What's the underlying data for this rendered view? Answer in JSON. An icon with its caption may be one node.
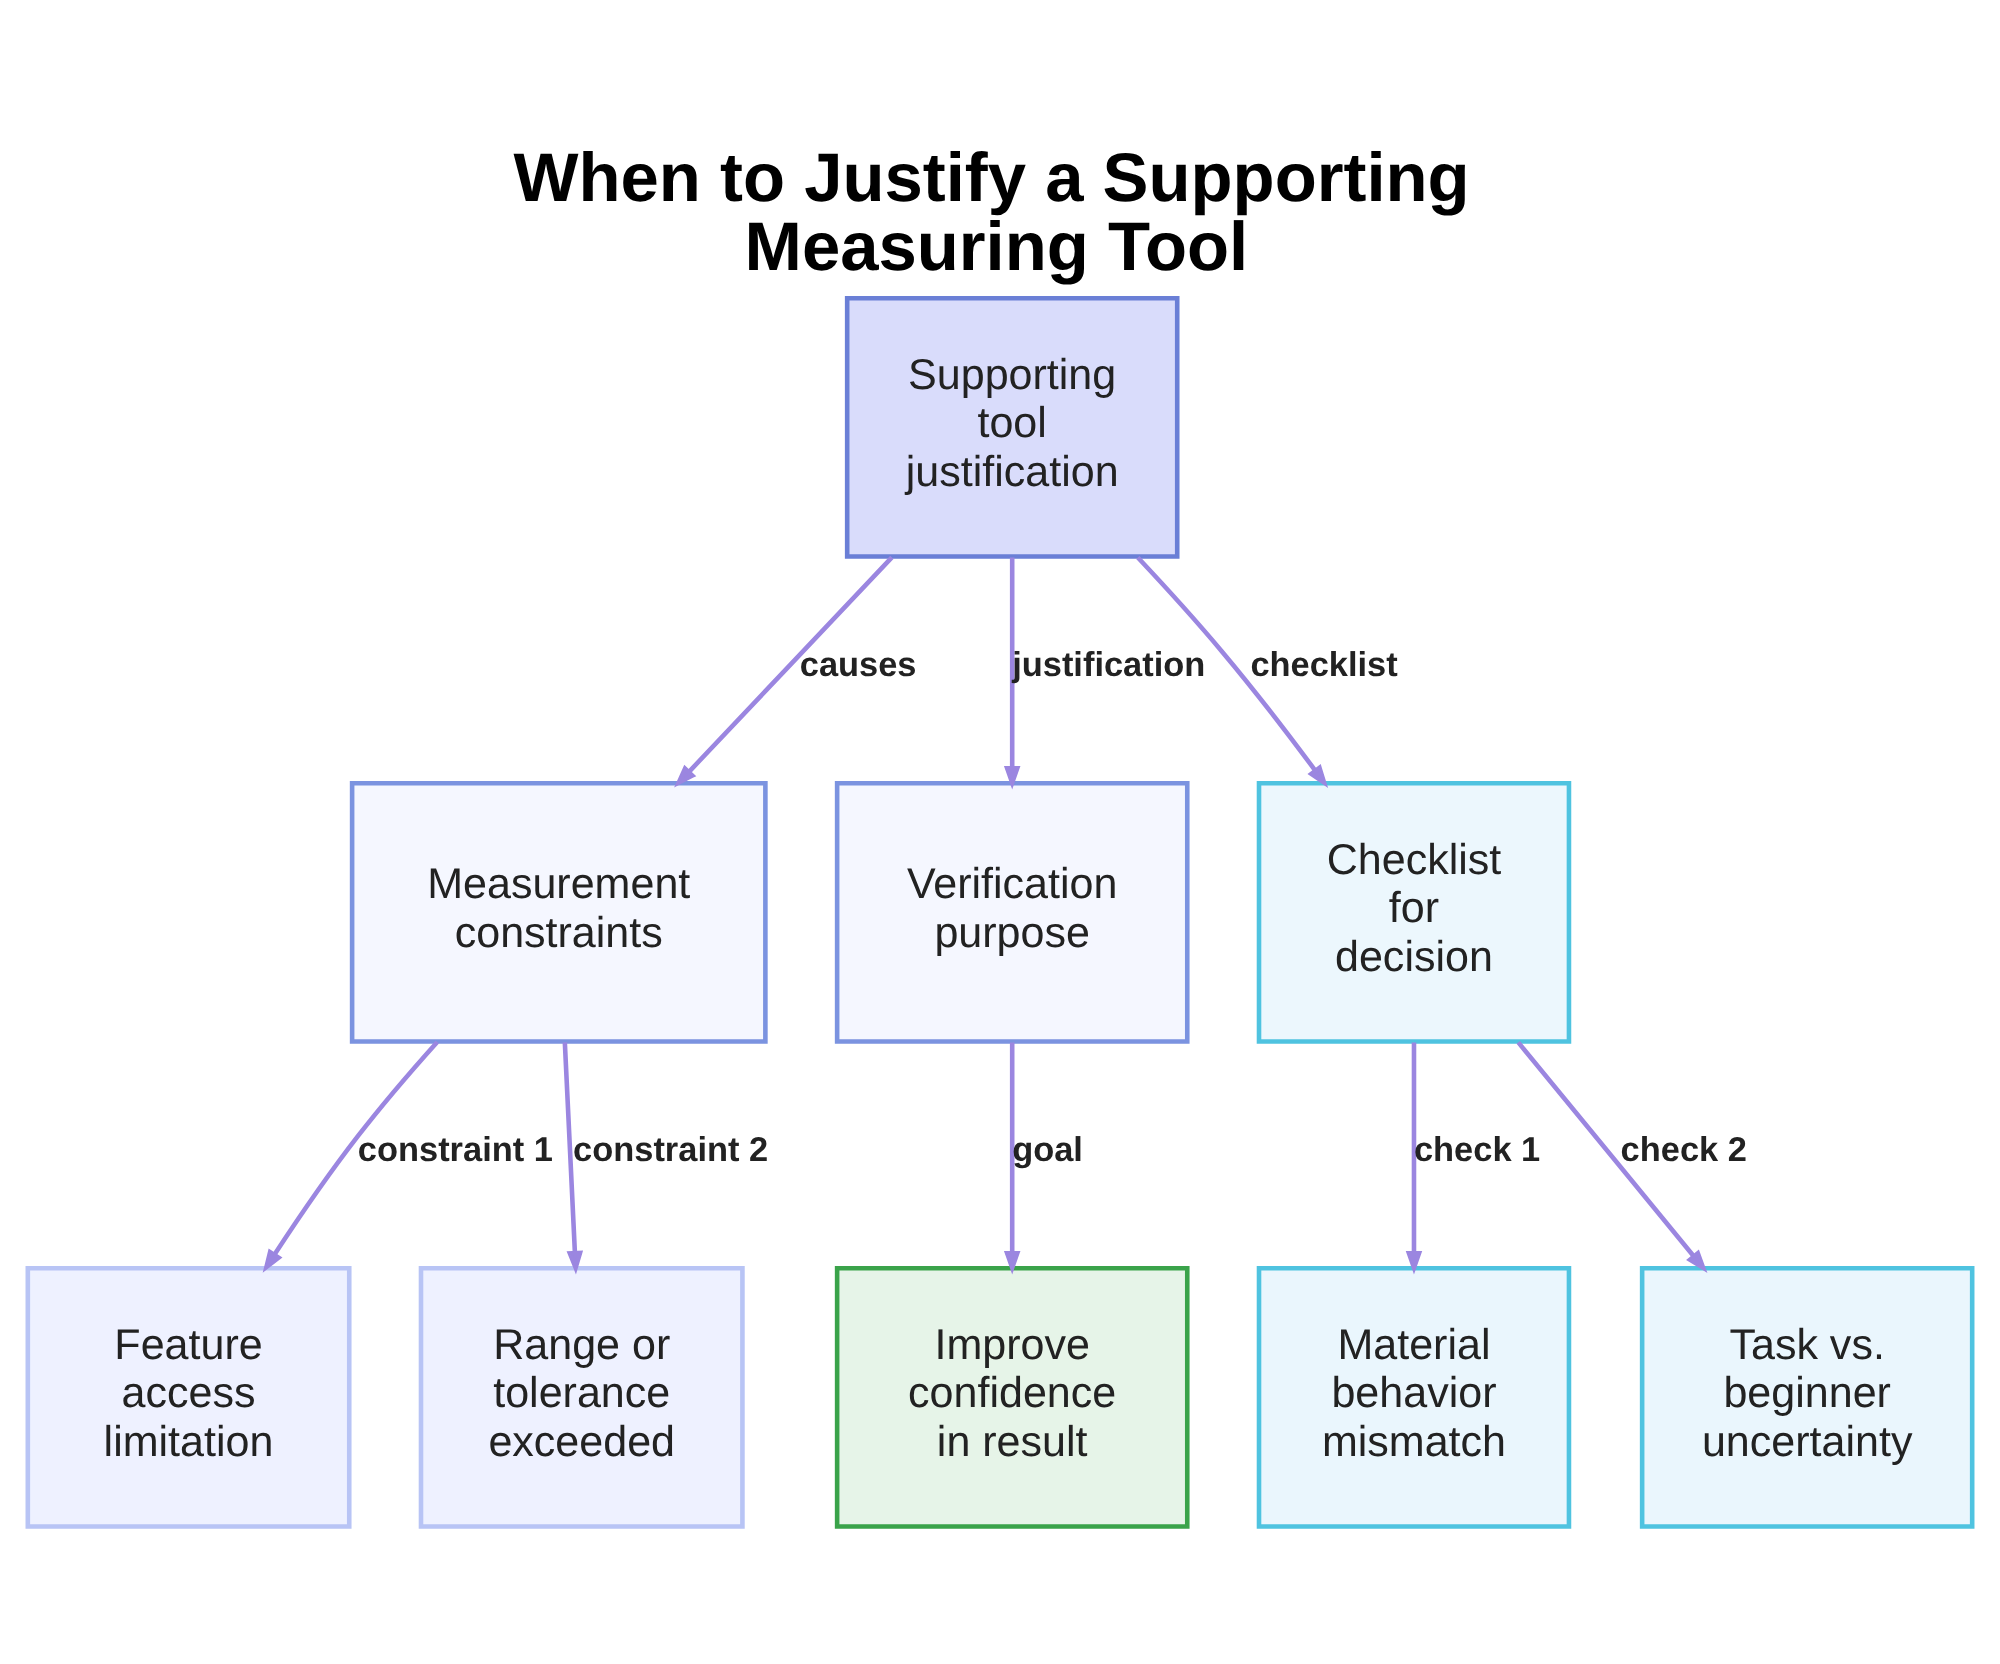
{
  "diagram": {
    "title": "When to Justify a Supporting Measuring Tool",
    "nodes": [
      {
        "text": [
          "Supporting tool justification"
        ]
      },
      {
        "text": [
          "Measurement constraints"
        ]
      },
      {
        "text": [
          "Verification purpose"
        ]
      },
      {
        "text": [
          "Checklist for decision"
        ]
      },
      {
        "text": [
          "Feature access limitation"
        ]
      },
      {
        "text": [
          "Range or tolerance exceeded"
        ]
      },
      {
        "text": [
          "Improve confidence in result"
        ]
      },
      {
        "text": [
          "Material behavior mismatch"
        ]
      },
      {
        "text": [
          "Task vs. beginner uncertainty"
        ]
      }
    ],
    "edges": [
      {
        "from": 0,
        "to": 1,
        "arrow": "to",
        "label": "causes"
      },
      {
        "from": 0,
        "to": 2,
        "arrow": "to",
        "label": "justification"
      },
      {
        "from": 0,
        "to": 3,
        "arrow": "to",
        "label": "checklist"
      },
      {
        "from": 1,
        "to": 4,
        "arrow": "to",
        "label": "constraint 1"
      },
      {
        "from": 1,
        "to": 5,
        "arrow": "to",
        "label": "constraint 2"
      },
      {
        "from": 2,
        "to": 6,
        "arrow": "to",
        "label": "goal"
      },
      {
        "from": 3,
        "to": 7,
        "arrow": "to",
        "label": "check 1"
      },
      {
        "from": 3,
        "to": 8,
        "arrow": "to",
        "label": "check 2"
      }
    ]
  }
}
